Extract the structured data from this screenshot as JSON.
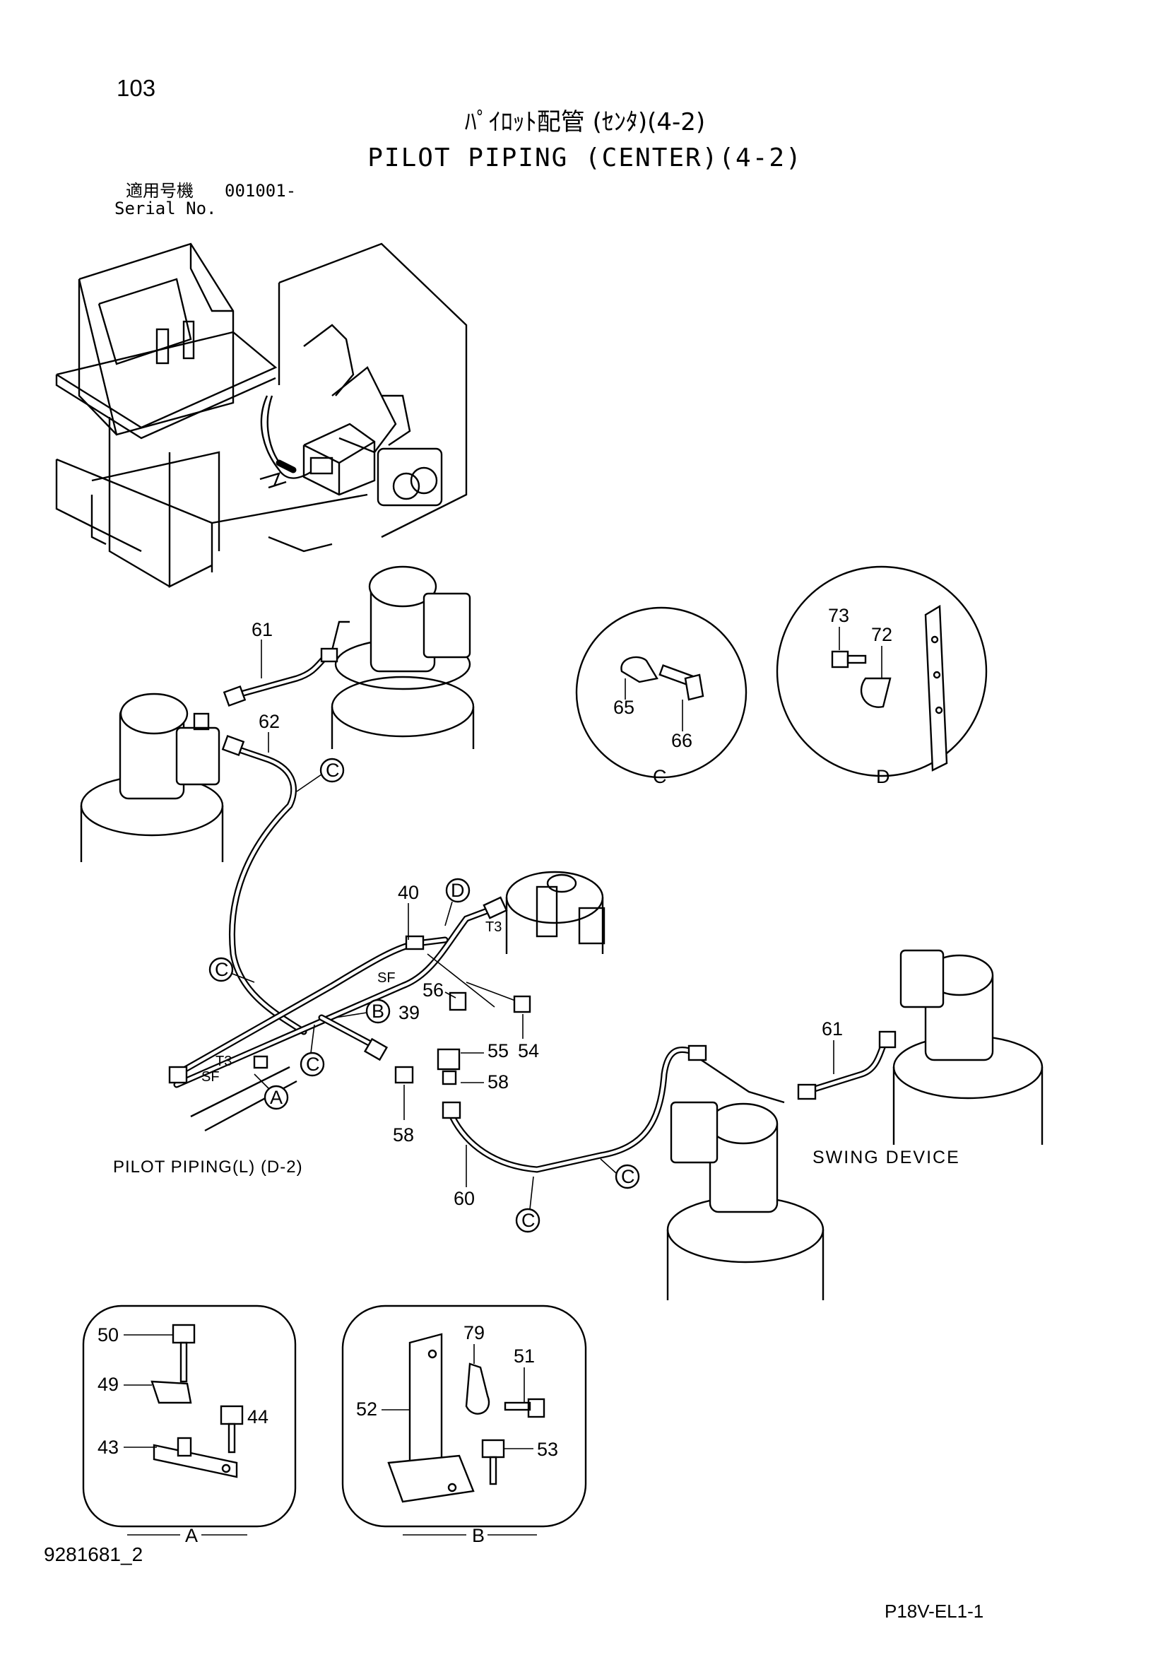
{
  "header": {
    "page_number": "103",
    "title_jp": "ﾊﾟｲﾛｯﾄ配管 (ｾﾝﾀ)(4-2)",
    "title_en": "PILOT PIPING (CENTER)(4-2)",
    "serial_label_jp": "適用号機",
    "serial_value": "001001-",
    "serial_label_en": "Serial No."
  },
  "labels": {
    "pilot_piping_l": "PILOT PIPING(L) (D-2)",
    "swing_device": "SWING DEVICE",
    "t3": "T3",
    "sf": "SF"
  },
  "callouts": {
    "part_61": "61",
    "part_62": "62",
    "part_40": "40",
    "part_39": "39",
    "part_56": "56",
    "part_55": "55",
    "part_54": "54",
    "part_58": "58",
    "part_60": "60",
    "part_65": "65",
    "part_66": "66",
    "part_73": "73",
    "part_72": "72",
    "part_50": "50",
    "part_49": "49",
    "part_44": "44",
    "part_43": "43",
    "part_79": "79",
    "part_51": "51",
    "part_52": "52",
    "part_53": "53"
  },
  "detail_markers": {
    "a": "A",
    "b": "B",
    "c": "C",
    "d": "D"
  },
  "footer": {
    "document_number": "9281681_2",
    "sheet_code": "P18V-EL1-1"
  }
}
